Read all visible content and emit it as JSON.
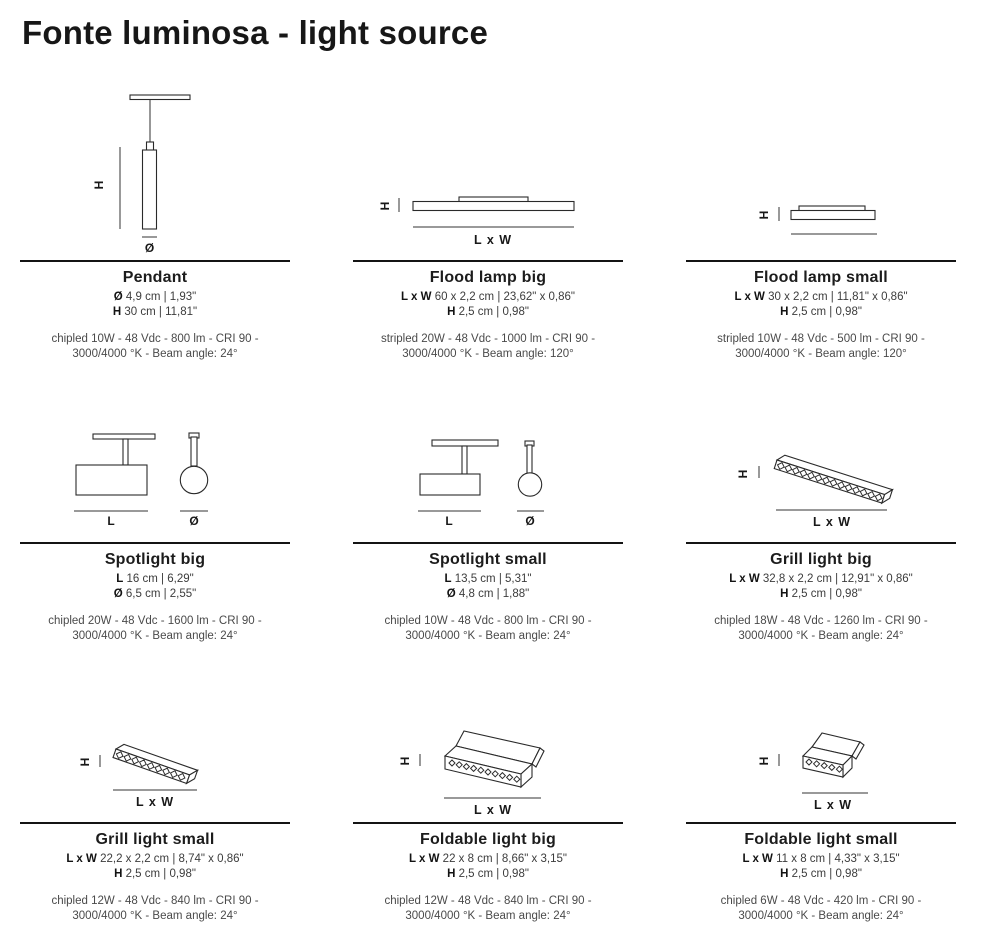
{
  "title": "Fonte luminosa - light source",
  "diagram_labels": {
    "height": "H",
    "diameter": "Ø",
    "length": "L",
    "length_width": "L x W"
  },
  "products": [
    {
      "name": "Pendant",
      "dims": [
        {
          "label": "Ø",
          "value": "4,9 cm | 1,93\""
        },
        {
          "label": "H",
          "value": "30 cm | 11,81\""
        }
      ],
      "specs": [
        "chipled 10W - 48 Vdc - 800 lm - CRI 90 -",
        "3000/4000 °K - Beam angle: 24°"
      ]
    },
    {
      "name": "Flood lamp big",
      "dims": [
        {
          "label": "L x W",
          "value": "60 x 2,2 cm | 23,62\" x 0,86\""
        },
        {
          "label": "H",
          "value": "2,5 cm | 0,98\""
        }
      ],
      "specs": [
        "stripled 20W - 48 Vdc - 1000 lm - CRI 90 -",
        "3000/4000 °K - Beam angle: 120°"
      ]
    },
    {
      "name": "Flood lamp small",
      "dims": [
        {
          "label": "L x W",
          "value": "30 x 2,2 cm | 11,81\" x 0,86\""
        },
        {
          "label": "H",
          "value": "2,5 cm | 0,98\""
        }
      ],
      "specs": [
        "stripled 10W - 48 Vdc - 500 lm - CRI 90 -",
        "3000/4000 °K - Beam angle: 120°"
      ]
    },
    {
      "name": "Spotlight big",
      "dims": [
        {
          "label": "L",
          "value": "16 cm | 6,29\""
        },
        {
          "label": "Ø",
          "value": "6,5 cm | 2,55\""
        }
      ],
      "specs": [
        "chipled 20W - 48 Vdc - 1600 lm - CRI 90 -",
        "3000/4000 °K - Beam angle: 24°"
      ]
    },
    {
      "name": "Spotlight small",
      "dims": [
        {
          "label": "L",
          "value": "13,5 cm | 5,31\""
        },
        {
          "label": "Ø",
          "value": "4,8 cm | 1,88\""
        }
      ],
      "specs": [
        "chipled 10W - 48 Vdc - 800 lm - CRI 90 -",
        "3000/4000 °K - Beam angle: 24°"
      ]
    },
    {
      "name": "Grill light big",
      "dims": [
        {
          "label": "L x W",
          "value": "32,8 x 2,2 cm | 12,91\" x 0,86\""
        },
        {
          "label": "H",
          "value": "2,5 cm | 0,98\""
        }
      ],
      "specs": [
        "chipled 18W - 48 Vdc - 1260 lm - CRI 90 -",
        "3000/4000 °K - Beam angle: 24°"
      ]
    },
    {
      "name": "Grill light small",
      "dims": [
        {
          "label": "L x W",
          "value": "22,2 x 2,2 cm | 8,74\" x 0,86\""
        },
        {
          "label": "H",
          "value": "2,5 cm | 0,98\""
        }
      ],
      "specs": [
        "chipled 12W - 48 Vdc - 840 lm - CRI 90 -",
        "3000/4000 °K - Beam angle: 24°"
      ]
    },
    {
      "name": "Foldable light big",
      "dims": [
        {
          "label": "L x W",
          "value": "22 x 8 cm | 8,66\" x 3,15\""
        },
        {
          "label": "H",
          "value": "2,5 cm | 0,98\""
        }
      ],
      "specs": [
        "chipled 12W - 48 Vdc - 840 lm - CRI 90 -",
        "3000/4000 °K - Beam angle: 24°"
      ]
    },
    {
      "name": "Foldable light small",
      "dims": [
        {
          "label": "L x W",
          "value": "11 x 8 cm | 4,33\" x 3,15\""
        },
        {
          "label": "H",
          "value": "2,5 cm | 0,98\""
        }
      ],
      "specs": [
        "chipled 6W - 48 Vdc - 420 lm - CRI 90 -",
        "3000/4000 °K - Beam angle: 24°"
      ]
    }
  ]
}
